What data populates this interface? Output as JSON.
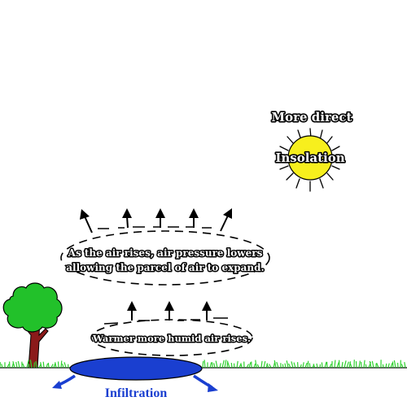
{
  "sun": {
    "top_label": "More direct",
    "center_label": "Insolation",
    "fill_color": "#f7ef1d"
  },
  "upper_bubble": {
    "line1": "As the air rises, air pressure lowers",
    "line2": "allowing the parcel of air to expand."
  },
  "lower_bubble": {
    "text": "Warmer more humid air rises."
  },
  "pond": {
    "label": "Infiltration",
    "water_color": "#1a3fd0"
  },
  "colors": {
    "grass": "#2fd12f",
    "tree_canopy": "#22c12a",
    "tree_trunk": "#8b1a1a"
  },
  "icons": [
    "sun-icon",
    "tree-icon",
    "arrow-up-icon",
    "infiltration-arrow-icon"
  ]
}
